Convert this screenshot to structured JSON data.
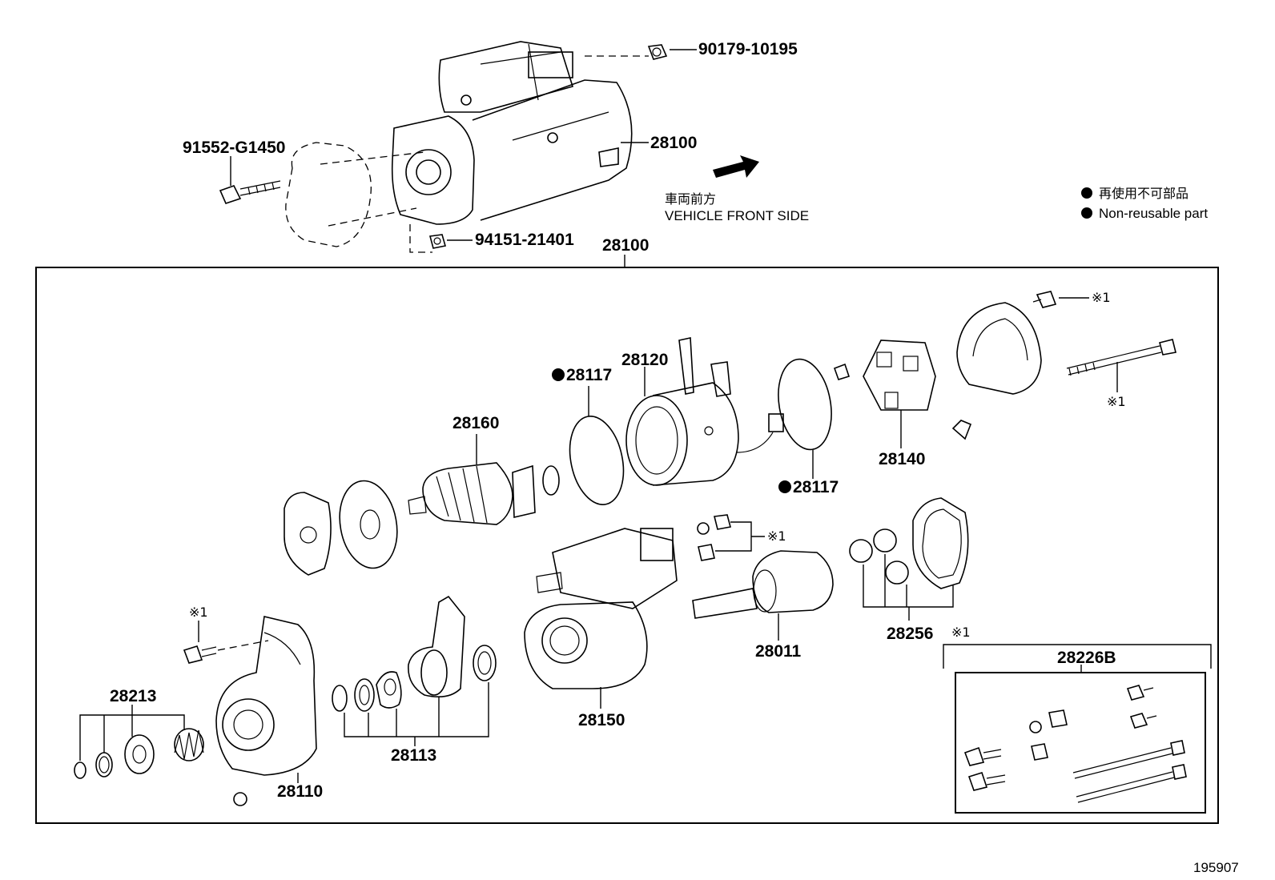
{
  "diagram": {
    "drawing_number": "195907",
    "direction": {
      "label_ja": "車両前方",
      "label_en": "VEHICLE FRONT SIDE"
    },
    "legend": {
      "non_reusable_ja": "再使用不可部品",
      "non_reusable_en": "Non-reusable part"
    },
    "assembly_labels": {
      "bolt_top_right": "90179-10195",
      "bolt_left": "91552-G1450",
      "starter_top": "28100",
      "nut_bottom": "94151-21401",
      "assembly_box": "28100"
    },
    "part_labels": {
      "p28117_top": "28117",
      "p28120": "28120",
      "p28160": "28160",
      "p28117_right": "28117",
      "p28140": "28140",
      "ref1_top": "※1",
      "ref1_right": "※1",
      "ref1_nuts": "※1",
      "p28011": "28011",
      "p28256": "28256",
      "ref1_kit": "※1",
      "p28226B": "28226B",
      "ref1_left": "※1",
      "p28213": "28213",
      "p28110": "28110",
      "p28113": "28113",
      "p28150": "28150"
    }
  }
}
